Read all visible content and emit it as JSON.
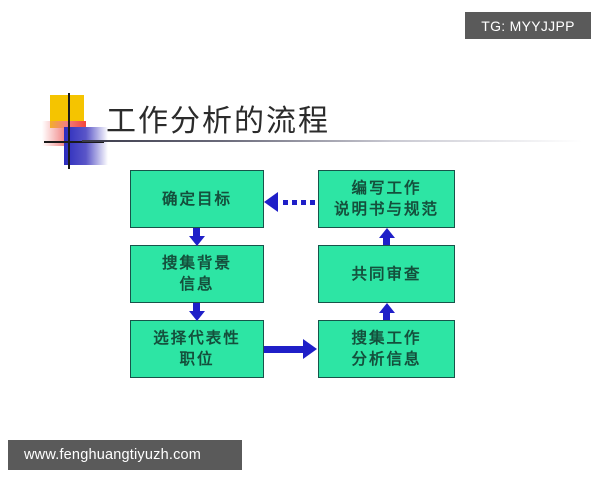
{
  "badge": {
    "label": "TG: MYYJJPP"
  },
  "watermark": {
    "label": "www.fenghuangtiyuzh.com"
  },
  "title": {
    "text": "工作分析的流程"
  },
  "diagram": {
    "nodes": [
      {
        "id": "define-objective",
        "label": "确定目标",
        "column": "left",
        "row": 1
      },
      {
        "id": "write-job-spec",
        "label": "编写工作\n说明书与规范",
        "column": "right",
        "row": 1
      },
      {
        "id": "collect-background",
        "label": "搜集背景\n信息",
        "column": "left",
        "row": 2
      },
      {
        "id": "joint-review",
        "label": "共同审查",
        "column": "right",
        "row": 2
      },
      {
        "id": "select-positions",
        "label": "选择代表性\n职位",
        "column": "left",
        "row": 3
      },
      {
        "id": "collect-analysis",
        "label": "搜集工作\n分析信息",
        "column": "right",
        "row": 3
      }
    ],
    "connectors": [
      {
        "from": "define-objective",
        "to": "collect-background",
        "style": "solid",
        "direction": "down"
      },
      {
        "from": "collect-background",
        "to": "select-positions",
        "style": "solid",
        "direction": "down"
      },
      {
        "from": "select-positions",
        "to": "collect-analysis",
        "style": "solid",
        "direction": "right"
      },
      {
        "from": "collect-analysis",
        "to": "joint-review",
        "style": "solid",
        "direction": "up"
      },
      {
        "from": "joint-review",
        "to": "write-job-spec",
        "style": "solid",
        "direction": "up"
      },
      {
        "from": "write-job-spec",
        "to": "define-objective",
        "style": "dotted",
        "direction": "left"
      }
    ],
    "colors": {
      "node_fill": "#2de5a4",
      "node_border": "#17544a",
      "node_text": "#14503c",
      "connector": "#1f1fc8"
    }
  }
}
